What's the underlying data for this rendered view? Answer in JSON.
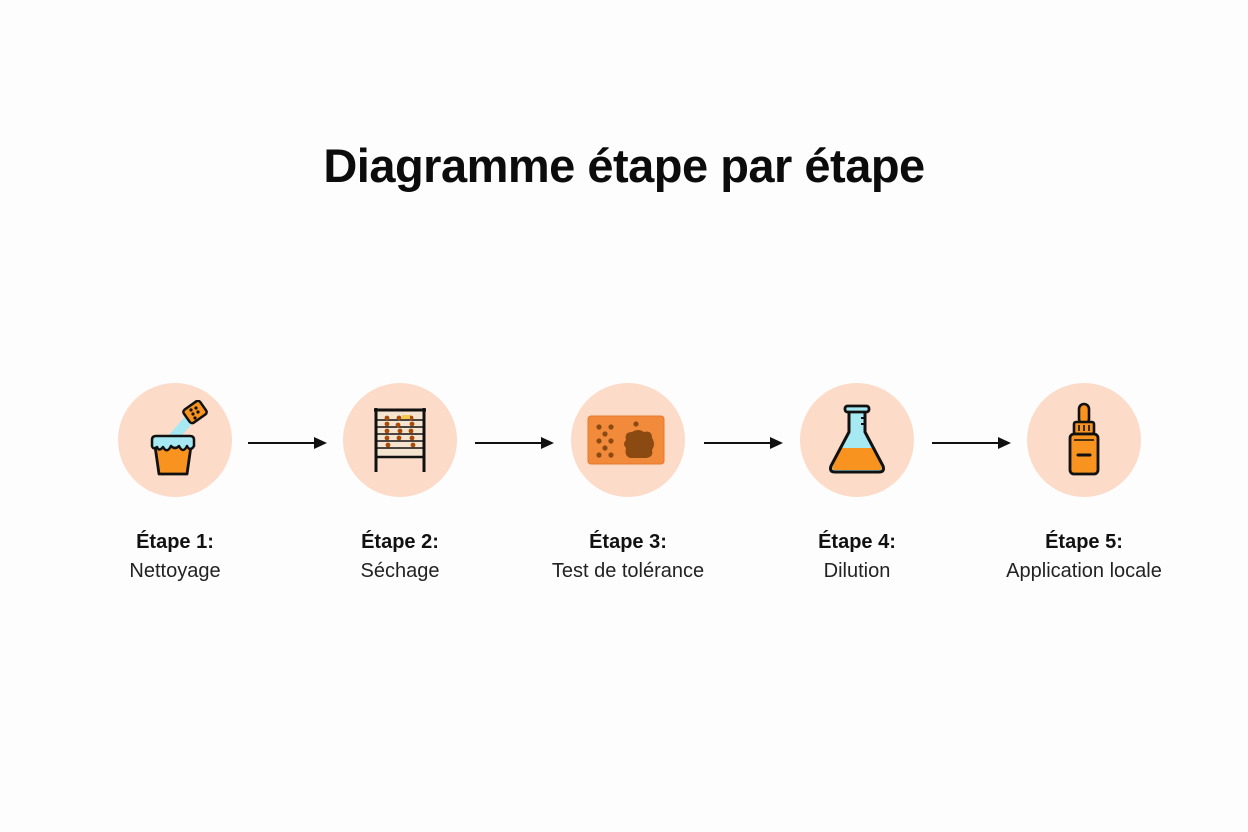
{
  "title": "Diagramme étape par étape",
  "colors": {
    "circle_bg": "#fcdcc8",
    "accent_orange": "#f7931e",
    "light_blue": "#a6e9f3",
    "dark_brown": "#8b4a12",
    "outline": "#111111"
  },
  "steps": [
    {
      "number": "Étape 1:",
      "label": "Nettoyage",
      "icon": "cleaning-bucket-icon"
    },
    {
      "number": "Étape 2:",
      "label": "Séchage",
      "icon": "drying-rack-icon"
    },
    {
      "number": "Étape 3:",
      "label": "Test de tolérance",
      "icon": "skin-patch-test-icon"
    },
    {
      "number": "Étape 4:",
      "label": "Dilution",
      "icon": "flask-icon"
    },
    {
      "number": "Étape 5:",
      "label": "Application locale",
      "icon": "dropper-bottle-icon"
    }
  ],
  "connectors": [
    "arrow-right",
    "arrow-right",
    "arrow-right",
    "arrow-right"
  ]
}
